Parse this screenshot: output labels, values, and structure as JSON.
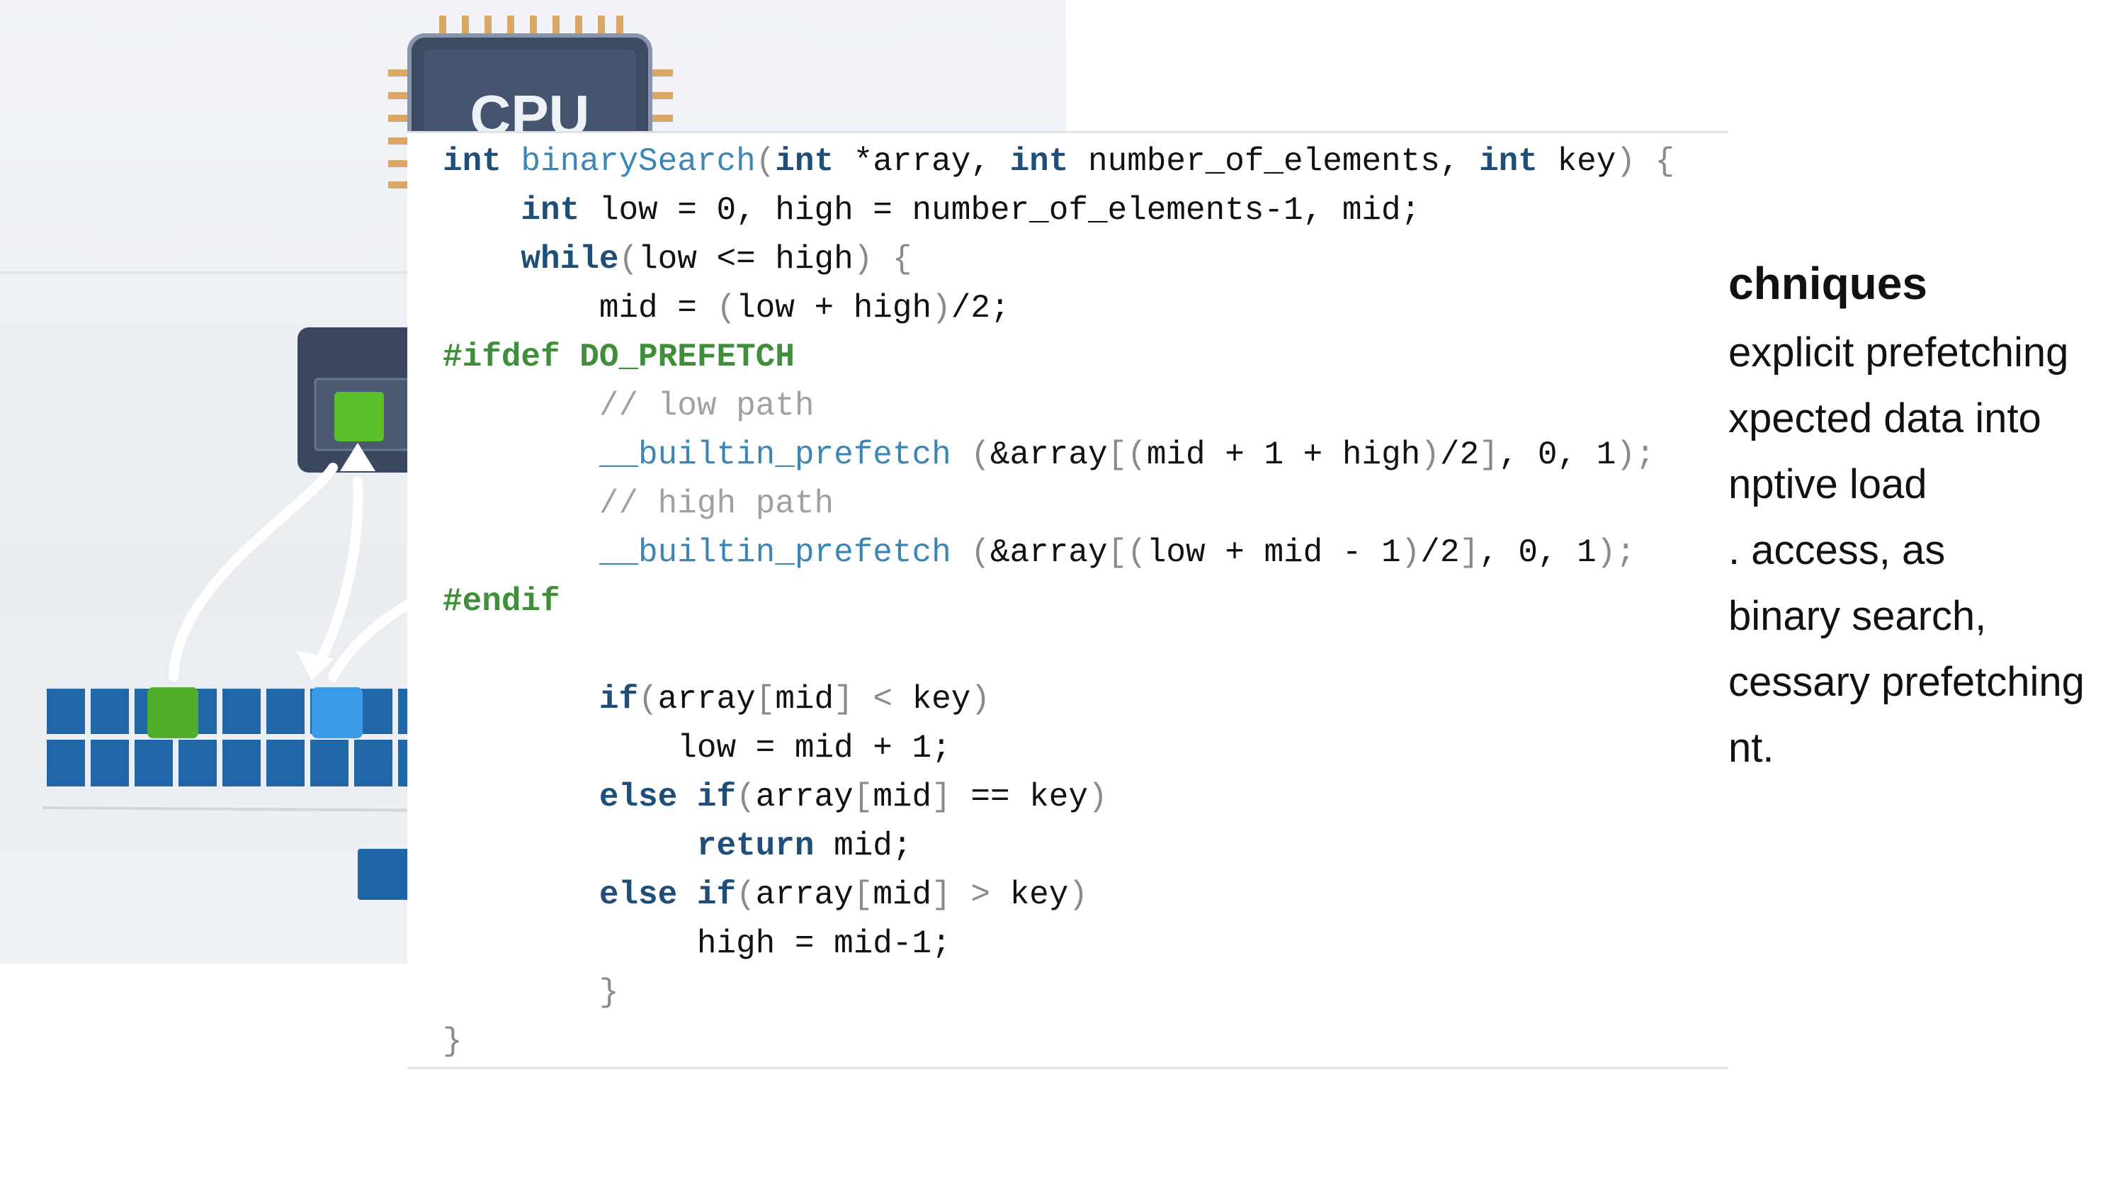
{
  "illustration": {
    "cpu_label": "CPU",
    "colors": {
      "chip": "#3c4a63",
      "cache_box": "#3a475e",
      "array_cell": "#2167a8",
      "green_block": "#5cbf2a",
      "blue_block": "#3a9be8",
      "button": "#1f66a8"
    }
  },
  "code": {
    "lines": [
      [
        {
          "t": "int ",
          "c": "kw"
        },
        {
          "t": "binarySearch",
          "c": "fn"
        },
        {
          "t": "(",
          "c": "pu"
        },
        {
          "t": "int ",
          "c": "kw"
        },
        {
          "t": "*array, ",
          "c": "tx"
        },
        {
          "t": "int ",
          "c": "kw"
        },
        {
          "t": "number_of_elements, ",
          "c": "tx"
        },
        {
          "t": "int ",
          "c": "kw"
        },
        {
          "t": "key",
          "c": "tx"
        },
        {
          "t": ") {",
          "c": "pu"
        }
      ],
      [
        {
          "t": "    ",
          "c": "tx"
        },
        {
          "t": "int ",
          "c": "kw"
        },
        {
          "t": "low = 0, high = number_of_elements-1, mid;",
          "c": "tx"
        }
      ],
      [
        {
          "t": "    ",
          "c": "tx"
        },
        {
          "t": "while",
          "c": "kw"
        },
        {
          "t": "(",
          "c": "pu"
        },
        {
          "t": "low <= high",
          "c": "tx"
        },
        {
          "t": ") {",
          "c": "pu"
        }
      ],
      [
        {
          "t": "        mid = ",
          "c": "tx"
        },
        {
          "t": "(",
          "c": "pu"
        },
        {
          "t": "low + high",
          "c": "tx"
        },
        {
          "t": ")",
          "c": "pu"
        },
        {
          "t": "/2;",
          "c": "tx"
        }
      ],
      [
        {
          "t": "#ifdef DO_PREFETCH",
          "c": "pp"
        }
      ],
      [
        {
          "t": "        // low path",
          "c": "cm"
        }
      ],
      [
        {
          "t": "        ",
          "c": "tx"
        },
        {
          "t": "__builtin_prefetch",
          "c": "fn"
        },
        {
          "t": " (",
          "c": "pu"
        },
        {
          "t": "&array",
          "c": "tx"
        },
        {
          "t": "[(",
          "c": "pu"
        },
        {
          "t": "mid + 1 + high",
          "c": "tx"
        },
        {
          "t": ")",
          "c": "pu"
        },
        {
          "t": "/2",
          "c": "tx"
        },
        {
          "t": "]",
          "c": "pu"
        },
        {
          "t": ", 0, 1",
          "c": "tx"
        },
        {
          "t": ");",
          "c": "pu"
        }
      ],
      [
        {
          "t": "        // high path",
          "c": "cm"
        }
      ],
      [
        {
          "t": "        ",
          "c": "tx"
        },
        {
          "t": "__builtin_prefetch",
          "c": "fn"
        },
        {
          "t": " (",
          "c": "pu"
        },
        {
          "t": "&array",
          "c": "tx"
        },
        {
          "t": "[(",
          "c": "pu"
        },
        {
          "t": "low + mid - 1",
          "c": "tx"
        },
        {
          "t": ")",
          "c": "pu"
        },
        {
          "t": "/2",
          "c": "tx"
        },
        {
          "t": "]",
          "c": "pu"
        },
        {
          "t": ", 0, 1",
          "c": "tx"
        },
        {
          "t": ");",
          "c": "pu"
        }
      ],
      [
        {
          "t": "#endif",
          "c": "pp"
        }
      ],
      [
        {
          "t": " ",
          "c": "tx"
        }
      ],
      [
        {
          "t": "        ",
          "c": "tx"
        },
        {
          "t": "if",
          "c": "kw"
        },
        {
          "t": "(",
          "c": "pu"
        },
        {
          "t": "array",
          "c": "tx"
        },
        {
          "t": "[",
          "c": "pu"
        },
        {
          "t": "mid",
          "c": "tx"
        },
        {
          "t": "] < ",
          "c": "pu"
        },
        {
          "t": "key",
          "c": "tx"
        },
        {
          "t": ")",
          "c": "pu"
        }
      ],
      [
        {
          "t": "            low = mid + 1;",
          "c": "tx"
        }
      ],
      [
        {
          "t": "        ",
          "c": "tx"
        },
        {
          "t": "else if",
          "c": "kw"
        },
        {
          "t": "(",
          "c": "pu"
        },
        {
          "t": "array",
          "c": "tx"
        },
        {
          "t": "[",
          "c": "pu"
        },
        {
          "t": "mid",
          "c": "tx"
        },
        {
          "t": "]",
          "c": "pu"
        },
        {
          "t": " == key",
          "c": "tx"
        },
        {
          "t": ")",
          "c": "pu"
        }
      ],
      [
        {
          "t": "             ",
          "c": "tx"
        },
        {
          "t": "return ",
          "c": "kw"
        },
        {
          "t": "mid;",
          "c": "tx"
        }
      ],
      [
        {
          "t": "        ",
          "c": "tx"
        },
        {
          "t": "else if",
          "c": "kw"
        },
        {
          "t": "(",
          "c": "pu"
        },
        {
          "t": "array",
          "c": "tx"
        },
        {
          "t": "[",
          "c": "pu"
        },
        {
          "t": "mid",
          "c": "tx"
        },
        {
          "t": "] > ",
          "c": "pu"
        },
        {
          "t": "key",
          "c": "tx"
        },
        {
          "t": ")",
          "c": "pu"
        }
      ],
      [
        {
          "t": "             high = mid-1;",
          "c": "tx"
        }
      ],
      [
        {
          "t": "        }",
          "c": "pu"
        }
      ],
      [
        {
          "t": "}",
          "c": "pu"
        }
      ]
    ]
  },
  "side_text": {
    "heading": "chniques",
    "lines": [
      "explicit prefetching",
      "xpected data into",
      "nptive load",
      ". access, as",
      "binary search,",
      "cessary prefetching",
      "nt."
    ]
  }
}
